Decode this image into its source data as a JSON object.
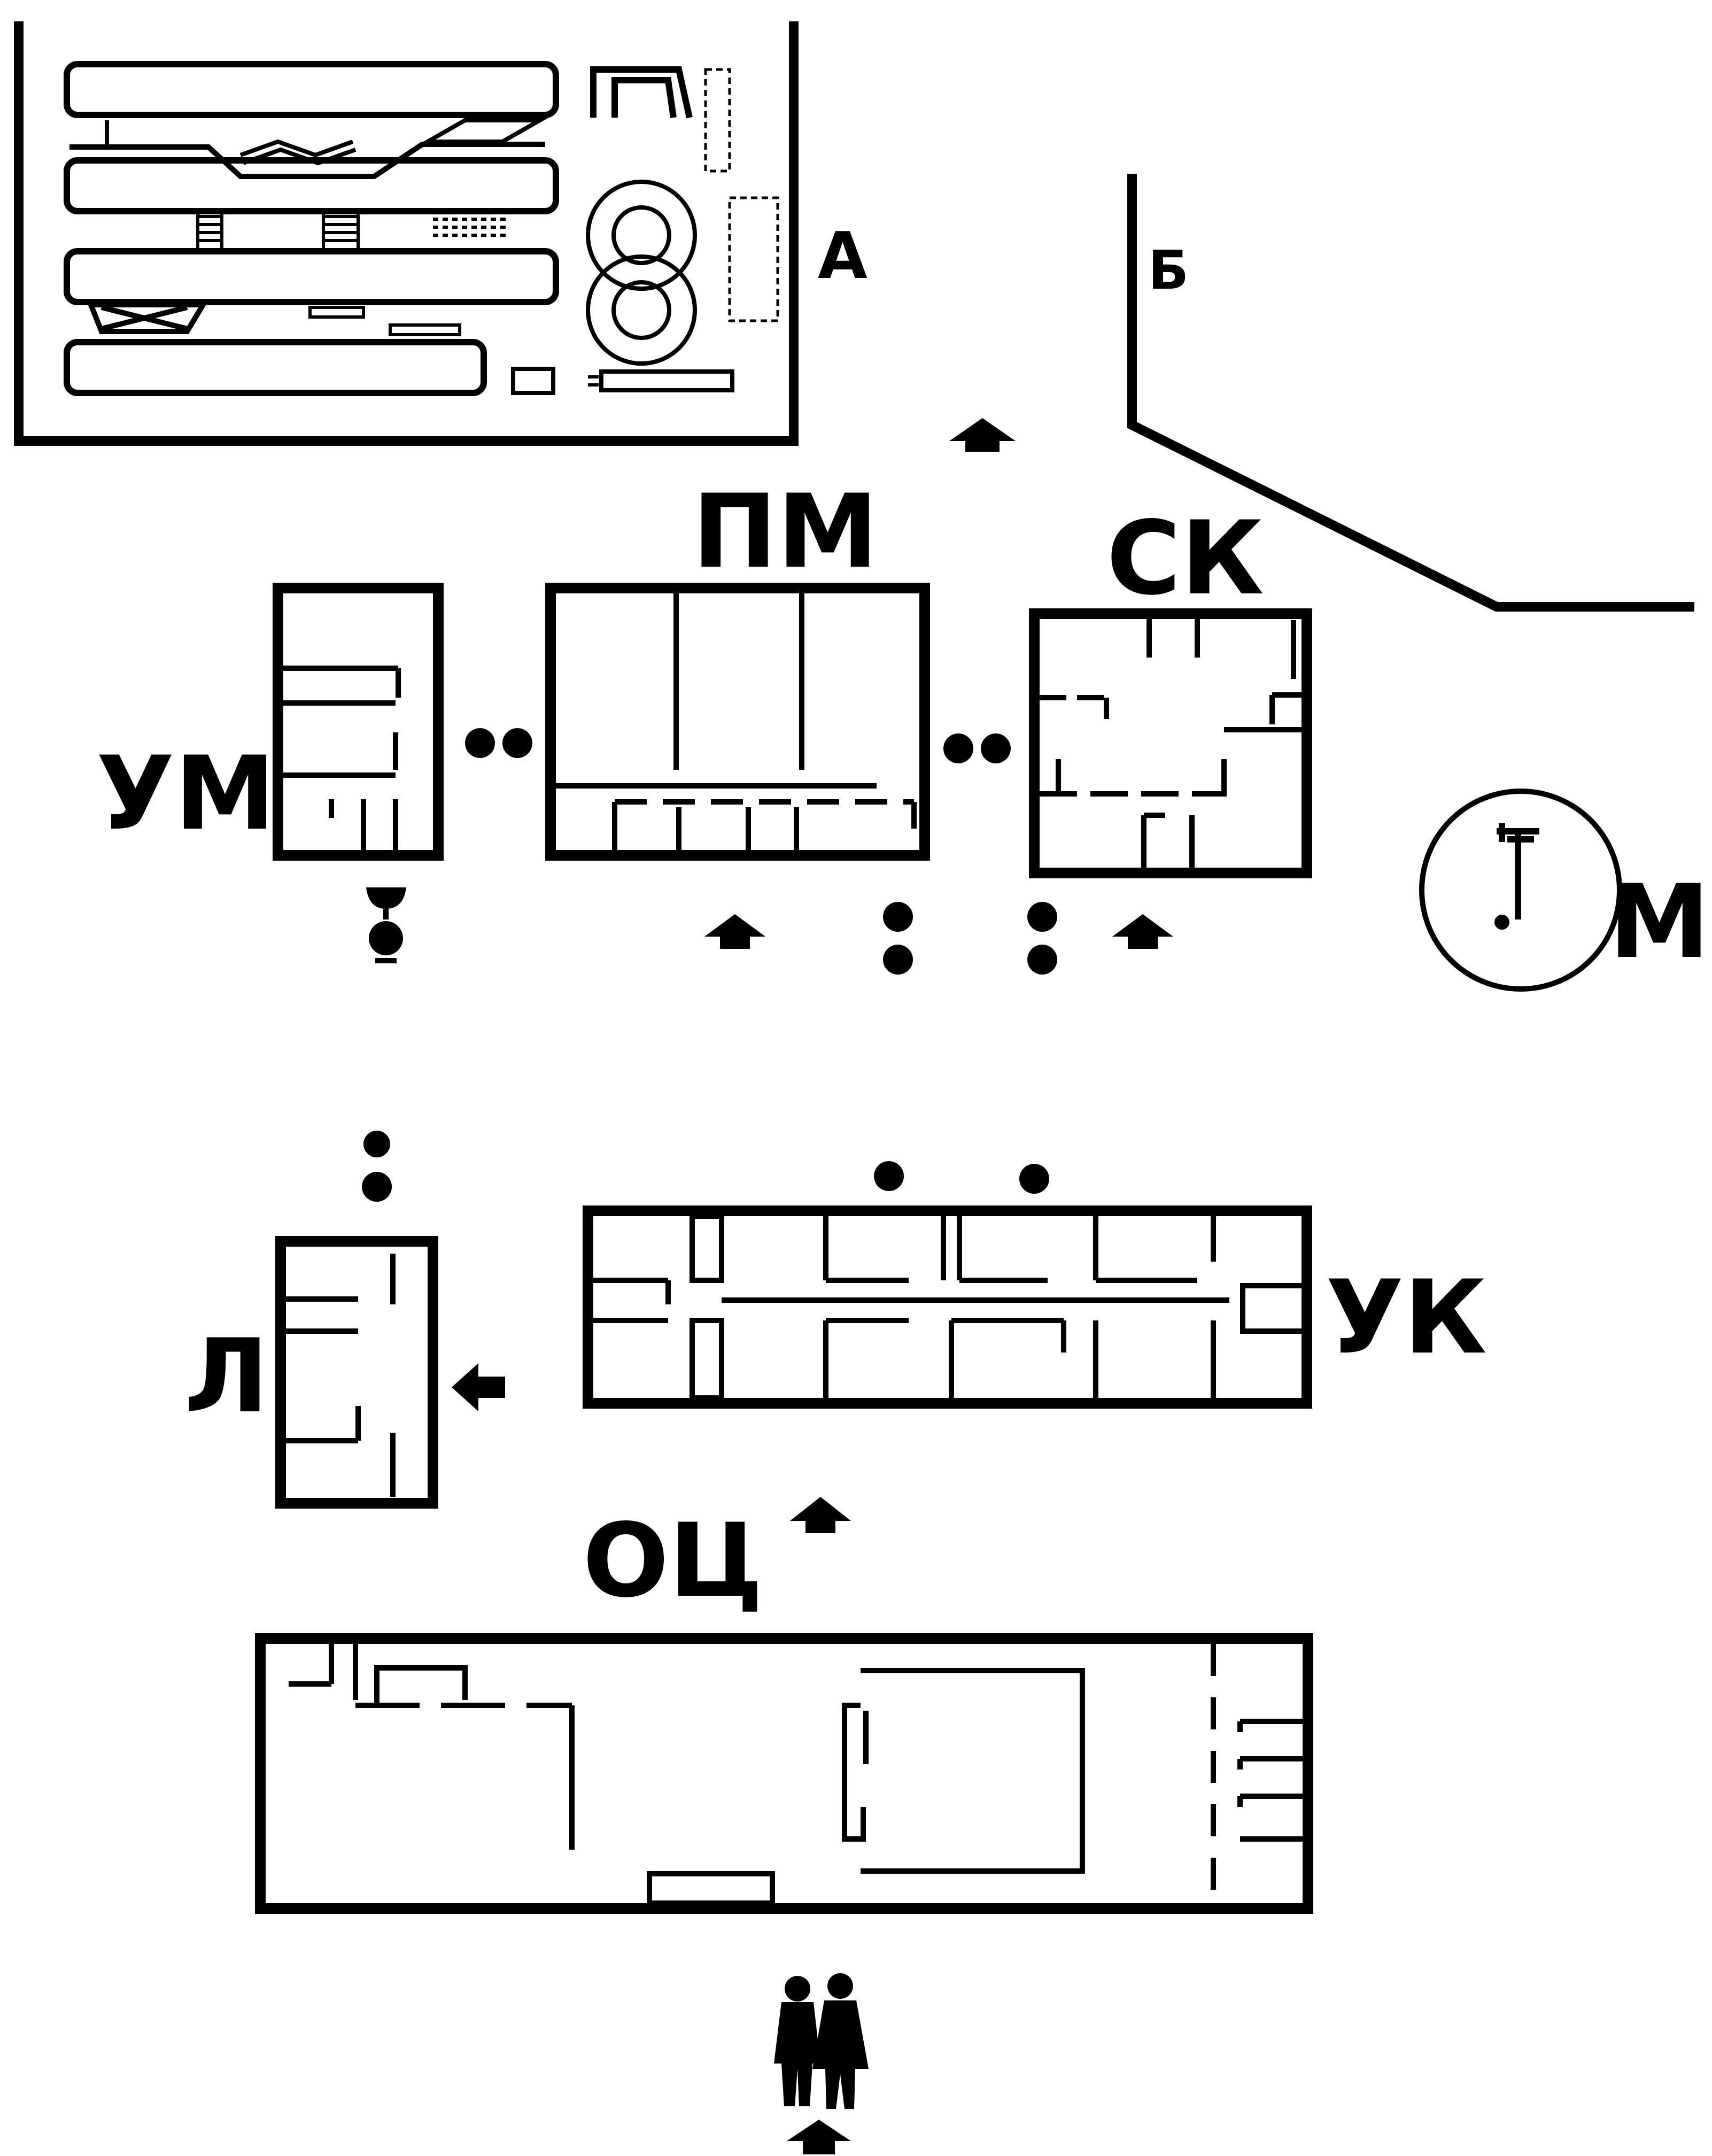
{
  "labels": {
    "a": "А",
    "b": "Б",
    "pm": "ПМ",
    "sk": "СК",
    "um": "УМ",
    "m": "М",
    "l": "Л",
    "uk": "УК",
    "oc": "ОЦ"
  },
  "colors": {
    "ink": "#000000",
    "paper": "#ffffff"
  },
  "icons": [
    "arrow-up-icon",
    "arrow-left-icon",
    "people-icon",
    "dots-icon",
    "sink-icon",
    "lamp-icon"
  ]
}
